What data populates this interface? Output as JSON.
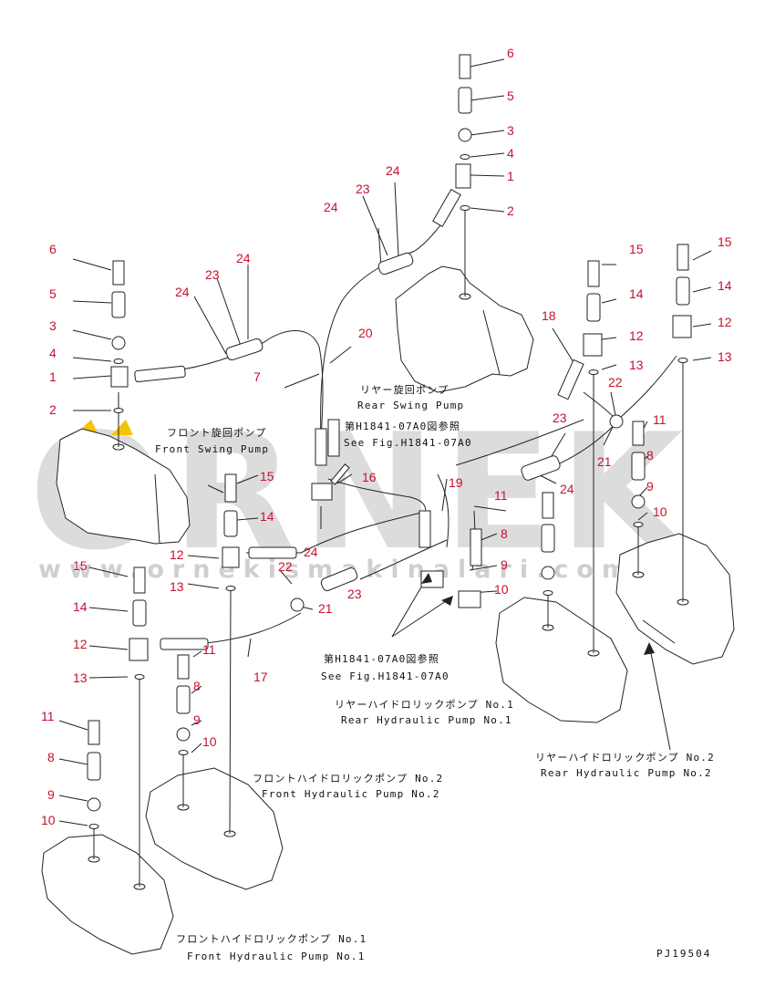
{
  "watermark": {
    "brand": "ORNEK",
    "url": "www.ornekismakinalari.com.tr",
    "accent_color": "#f4c400"
  },
  "drawing_code": "PJ19504",
  "labels": {
    "rear_swing_jp": "リヤー旋回ポンプ",
    "rear_swing_en": "Rear Swing Pump",
    "front_swing_jp": "フロント旋回ポンプ",
    "front_swing_en": "Front Swing Pump",
    "see_fig_top_jp": "第H1841-07A0図参照",
    "see_fig_top_en": "See Fig.H1841-07A0",
    "see_fig_mid_jp": "第H1841-07A0図参照",
    "see_fig_mid_en": "See Fig.H1841-07A0",
    "rear_hyd1_jp": "リヤーハイドロリックポンプ No.1",
    "rear_hyd1_en": "Rear Hydraulic Pump No.1",
    "rear_hyd2_jp": "リヤーハイドロリックポンプ No.2",
    "rear_hyd2_en": "Rear Hydraulic Pump No.2",
    "front_hyd2_jp": "フロントハイドロリックポンプ No.2",
    "front_hyd2_en": "Front Hydraulic Pump No.2",
    "front_hyd1_jp": "フロントハイドロリックポンプ No.1",
    "front_hyd1_en": "Front Hydraulic Pump No.1"
  },
  "callouts": {
    "c001": "6",
    "c002": "5",
    "c003": "3",
    "c004": "4",
    "c005": "1",
    "c006": "2",
    "c007": "24",
    "c008": "23",
    "c009": "24",
    "c010": "6",
    "c011": "5",
    "c012": "3",
    "c013": "4",
    "c014": "1",
    "c015": "2",
    "c016": "24",
    "c017": "23",
    "c018": "24",
    "c019": "7",
    "c020": "20",
    "c021": "16",
    "c022": "15",
    "c023": "14",
    "c024": "12",
    "c025": "13",
    "c026": "24",
    "c027": "22",
    "c028": "21",
    "c029": "23",
    "c030": "15",
    "c031": "14",
    "c032": "12",
    "c033": "13",
    "c034": "11",
    "c035": "8",
    "c036": "9",
    "c037": "10",
    "c038": "17",
    "c039": "11",
    "c040": "8",
    "c041": "9",
    "c042": "10",
    "c043": "18",
    "c044": "15",
    "c045": "14",
    "c046": "12",
    "c047": "13",
    "c048": "15",
    "c049": "14",
    "c050": "12",
    "c051": "13",
    "c052": "22",
    "c053": "23",
    "c054": "24",
    "c055": "21",
    "c056": "19",
    "c057": "11",
    "c058": "8",
    "c059": "9",
    "c060": "10",
    "c061": "11",
    "c062": "8",
    "c063": "9",
    "c064": "10"
  }
}
